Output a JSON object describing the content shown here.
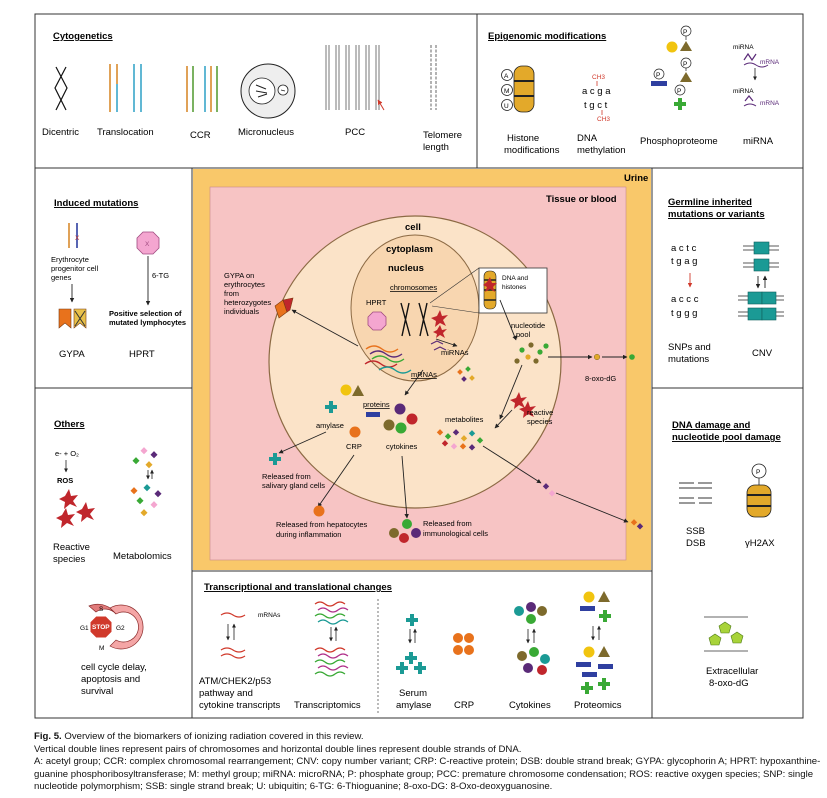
{
  "panels": {
    "cytogenetics": {
      "title": "Cytogenetics",
      "items": [
        "Dicentric",
        "Translocation",
        "CCR",
        "Micronucleus",
        "PCC"
      ],
      "telomere": [
        "Telomere",
        "length"
      ]
    },
    "epigenomic": {
      "title": "Epigenomic modifications",
      "histone": [
        "Histone",
        "modifications"
      ],
      "histone_marks": [
        "A",
        "M",
        "U"
      ],
      "methylation": [
        "DNA",
        "methylation"
      ],
      "methyl_seq": [
        "a c g a",
        "t g c t"
      ],
      "ch3": "CH3",
      "phospho": "Phosphoproteome",
      "p": "P",
      "mirna_small": "miRNA",
      "mrna_small": "mRNA",
      "mirna_label": "miRNA"
    },
    "induced": {
      "title": "Induced mutations",
      "erythro": [
        "Erythrocyte",
        "progenitor cell",
        "genes"
      ],
      "x": "X",
      "tg": "6-TG",
      "positive": [
        "Positive selection of",
        "mutated lymphocytes"
      ],
      "gypa": "GYPA",
      "hprt": "HPRT"
    },
    "germline": {
      "title": [
        "Germline inherited",
        "mutations or variants"
      ],
      "seq_a": [
        "a c t c",
        "t g a g"
      ],
      "seq_b": [
        "a c c c",
        "t g g g"
      ],
      "snp": [
        "SNPs and",
        "mutations"
      ],
      "cnv": "CNV"
    },
    "others": {
      "title": "Others",
      "eq": [
        "e- + O₂",
        "ROS"
      ],
      "reactive": [
        "Reactive",
        "species"
      ],
      "metabolomics": "Metabolomics",
      "cycle": [
        "S",
        "G1",
        "STOP",
        "G2",
        "M"
      ],
      "cycle_text": [
        "cell cycle delay,",
        "apoptosis and",
        "survival"
      ]
    },
    "dna_damage": {
      "title": [
        "DNA damage and",
        "nucleotide pool damage"
      ],
      "ssb": "SSB",
      "dsb": "DSB",
      "h2ax": "γH2AX",
      "p": "P",
      "extra": [
        "Extracellular",
        "8-oxo-dG"
      ]
    },
    "transcriptional": {
      "title": "Transcriptional and translational changes",
      "mrnas": "mRNAs",
      "atm": [
        "ATM/CHEK2/p53",
        "pathway and",
        "cytokine transcripts"
      ],
      "transcriptomics": "Transcriptomics",
      "serum": [
        "Serum",
        "amylase"
      ],
      "crp": "CRP",
      "cytokines": "Cytokines",
      "proteomics": "Proteomics"
    },
    "center": {
      "urine": "Urine",
      "tissue": "Tissue or blood",
      "cell": "cell",
      "cytoplasm": "cytoplasm",
      "nucleus": "nucleus",
      "chromosomes": "chromosomes",
      "hprt": "HPRT",
      "dna_histones": [
        "DNA and",
        "histones"
      ],
      "nucleotide_pool": [
        "nucleotide",
        "pool"
      ],
      "gypa": [
        "GYPA on",
        "erythrocytes",
        "from",
        "heterozygotes",
        "individuals"
      ],
      "mirnas": "miRNAs",
      "mrnas": "mRNAs",
      "proteins": "proteins",
      "oxo": "8-oxo-dG",
      "reactive": [
        "reactive",
        "species"
      ],
      "metabolites": "metabolites",
      "amylase": "amylase",
      "crp": "CRP",
      "cytokines": "cytokines",
      "salivary": [
        "Released from",
        "salivary gland cells"
      ],
      "hepatocytes": [
        "Released from hepatocytes",
        "during inflammation"
      ],
      "immuno": [
        "Released from",
        "immunological cells"
      ]
    }
  },
  "caption": {
    "fig_label": "Fig. 5.",
    "title": " Overview of the biomarkers of ionizing radiation covered in this review.",
    "line2": "Vertical double lines represent pairs of chromosomes and horizontal double lines represent double strands of DNA.",
    "abbrev": "A: acetyl group; CCR: complex chromosomal rearrangement; CNV: copy number variant; CRP: C-reactive protein; DSB: double strand break; GYPA: glycophorin A; HPRT: hypoxanthine-guanine phosphoribosyltransferase; M: methyl group; miRNA: microRNA; P: phosphate group; PCC: premature chromosome condensation; ROS: reactive oxygen species; SNP: single nucleotide polymorphism; SSB: single strand break; U: ubiquitin; 6-TG: 6-Thioguanine; 8-oxo-DG: 8-Oxo-deoxyguanosine."
  },
  "colors": {
    "urine": "#f9c86a",
    "tissue": "#f7c4c4",
    "cell": "#fbe3c8",
    "nucleus": "#f8d6b0",
    "red": "#c0262c",
    "teal": "#1b9a95",
    "orange": "#e8721c",
    "purple": "#5a2a78",
    "olive": "#7d6a2c",
    "yellow": "#f1c40f",
    "green": "#39a935",
    "blue": "#2f3fa0"
  }
}
